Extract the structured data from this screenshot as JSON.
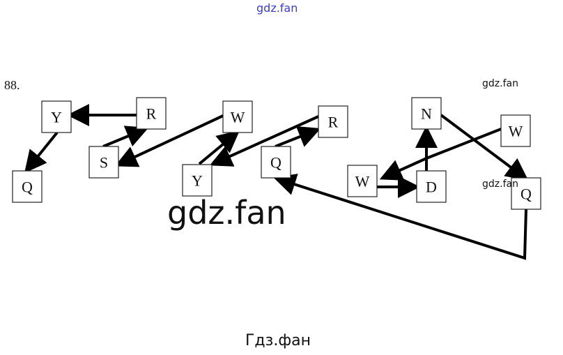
{
  "watermarks": {
    "top": "gdz.fan",
    "right_1": "gdz.fan",
    "right_2": "gdz.fan",
    "big": "gdz.fan",
    "bottom": "Гдз.фан"
  },
  "problem_number": "88.",
  "nodes": [
    {
      "id": "Y1",
      "label": "Y"
    },
    {
      "id": "R1",
      "label": "R"
    },
    {
      "id": "Q1",
      "label": "Q"
    },
    {
      "id": "S",
      "label": "S"
    },
    {
      "id": "W1",
      "label": "W"
    },
    {
      "id": "Y2",
      "label": "Y"
    },
    {
      "id": "Q2",
      "label": "Q"
    },
    {
      "id": "R2",
      "label": "R"
    },
    {
      "id": "N",
      "label": "N"
    },
    {
      "id": "W3",
      "label": "W"
    },
    {
      "id": "W2",
      "label": "W"
    },
    {
      "id": "D",
      "label": "D"
    },
    {
      "id": "Q3",
      "label": "Q"
    }
  ],
  "edges": [
    {
      "from": "R1",
      "to": "Y1"
    },
    {
      "from": "Y1",
      "to": "Q1"
    },
    {
      "from": "S",
      "to": "R1"
    },
    {
      "from": "W1",
      "to": "S"
    },
    {
      "from": "Y2",
      "to": "W1"
    },
    {
      "from": "R2",
      "to": "Y2"
    },
    {
      "from": "Q2",
      "to": "R2"
    },
    {
      "from": "Q3",
      "to": "Q2"
    },
    {
      "from": "N",
      "to": "Q3"
    },
    {
      "from": "W3",
      "to": "W2"
    },
    {
      "from": "D",
      "to": "N"
    },
    {
      "from": "W2",
      "to": "D"
    }
  ]
}
